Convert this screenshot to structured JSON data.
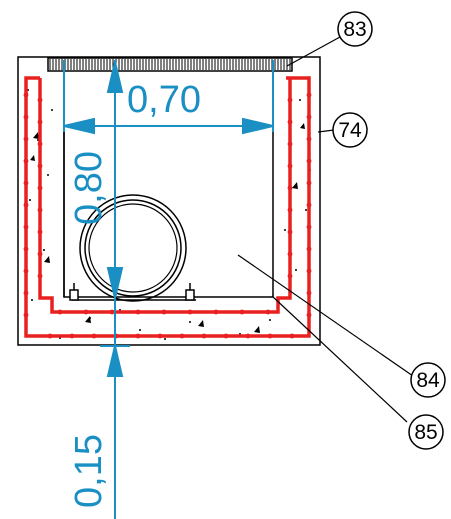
{
  "dimensions": {
    "width": "0,70",
    "height": "0,80",
    "base": "0,15"
  },
  "callouts": [
    {
      "id": "83",
      "label": "83"
    },
    {
      "id": "74",
      "label": "74"
    },
    {
      "id": "84",
      "label": "84"
    },
    {
      "id": "85",
      "label": "85"
    }
  ],
  "colors": {
    "dimension": "#1a8fc4",
    "reinforcement": "#e8201f",
    "concrete_outline": "#000000",
    "grate": "#000000"
  }
}
